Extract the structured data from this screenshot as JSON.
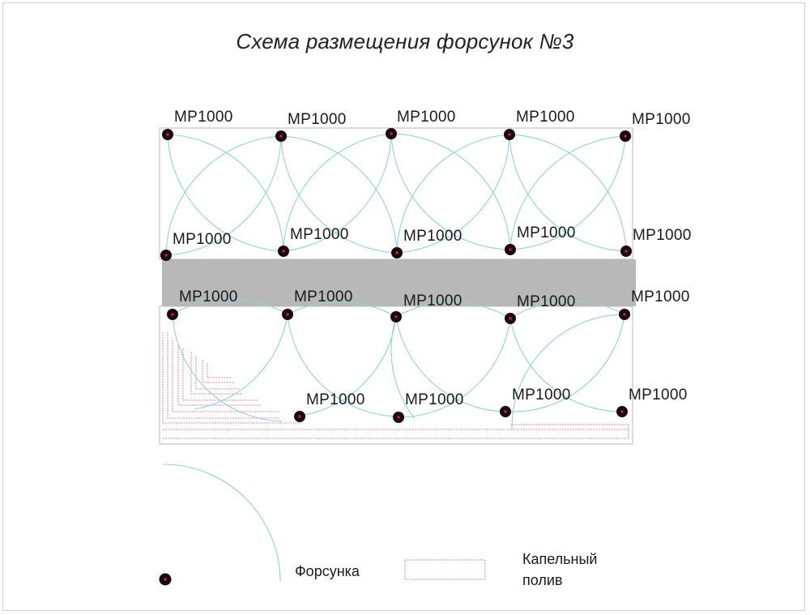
{
  "title": "Схема размещения форсунок №3",
  "nozzle_model": "MP1000",
  "colors": {
    "spray_arc": "#8fd3d6",
    "nozzle": "#1a0a10",
    "nozzle_dot": "#d0202a",
    "drip": "#e3a3b0",
    "path": "#e08090",
    "outline": "#b9b9b9",
    "strip": "#b8b8b8"
  },
  "legend": {
    "nozzle_label": "Форсунка",
    "drip_label_line1": "Капельный",
    "drip_label_line2": "полив"
  }
}
